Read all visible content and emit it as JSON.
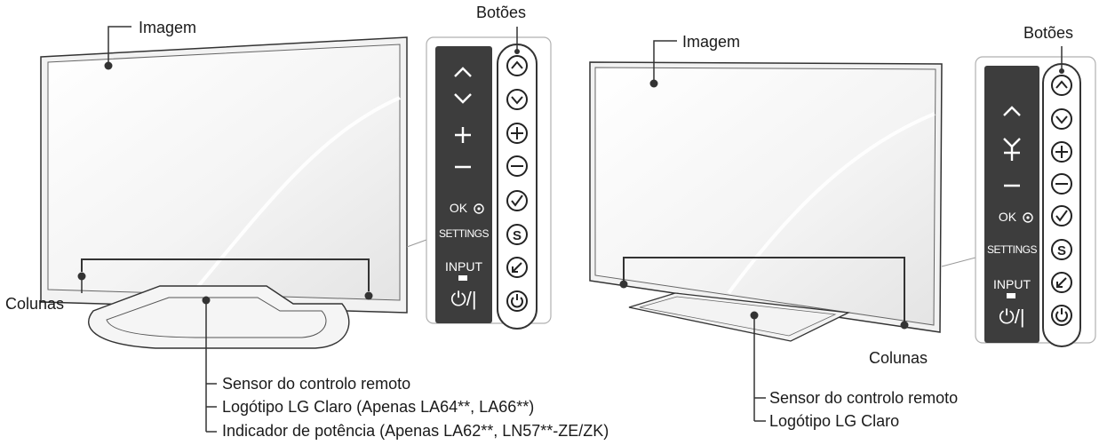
{
  "left": {
    "labels": {
      "image": "Imagem",
      "buttons": "Botões",
      "speakers": "Colunas",
      "sensor": "Sensor do controlo remoto",
      "logo": "Logótipo LG Claro (Apenas LA64**, LA66**)",
      "power": "Indicador de potência (Apenas LA62**, LN57**-ZE/ZK)"
    },
    "panel": {
      "ok": "OK",
      "settings": "SETTINGS",
      "input": "INPUT",
      "power": "⏻/|"
    }
  },
  "right": {
    "labels": {
      "image": "Imagem",
      "buttons": "Botões",
      "speakers": "Colunas",
      "sensor": "Sensor do controlo remoto",
      "logo": "Logótipo LG Claro"
    },
    "panel": {
      "ok": "OK",
      "settings": "SETTINGS",
      "input": "INPUT",
      "power": "⏻/|"
    }
  },
  "colors": {
    "panel_dark": "#3d3d3d",
    "panel_border": "#b0b0b0",
    "line": "#333333"
  }
}
